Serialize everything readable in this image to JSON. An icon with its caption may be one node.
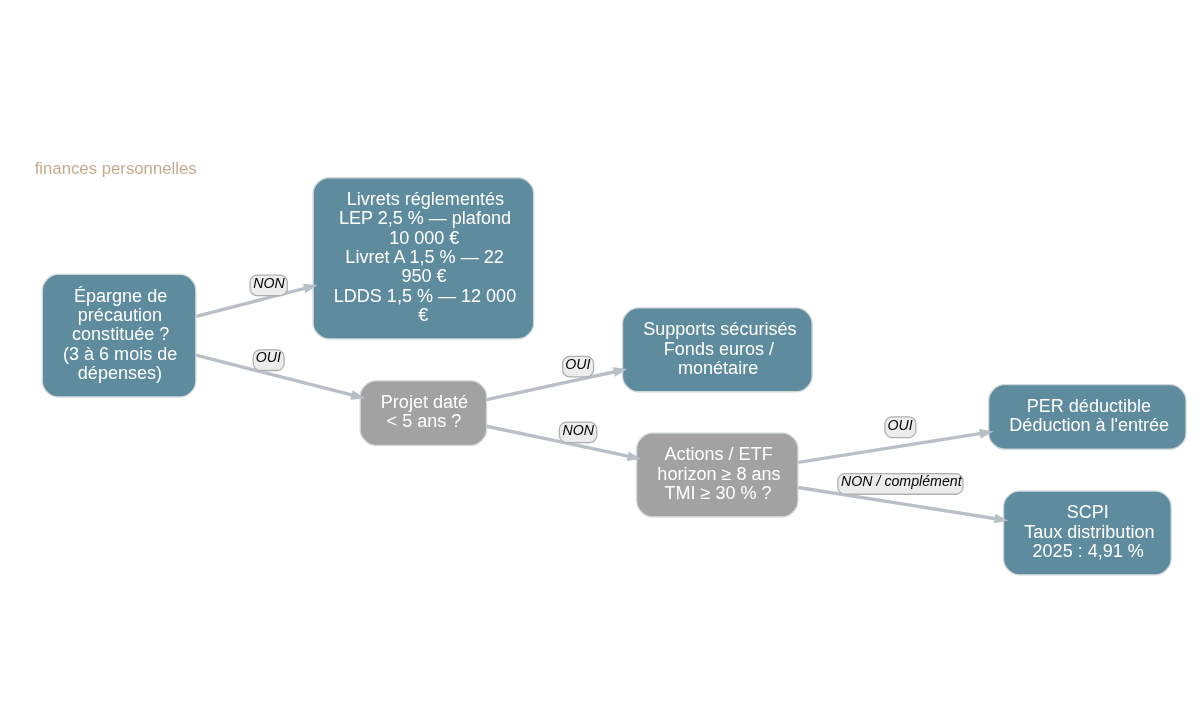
{
  "diagram": {
    "nodes": [
      {
        "text": [
          "Épargne de précaution constituée ?",
          "(3 à 6 mois de dépenses)"
        ]
      },
      {
        "text": [
          "Livrets réglementés",
          "LEP 2,5 % — plafond 10 000 €",
          "Livret A 1,5 % — 22 950 €",
          "LDDS 1,5 % — 12 000 €"
        ]
      },
      {
        "text": [
          "Projet daté",
          "< 5 ans ?"
        ]
      },
      {
        "text": [
          "Supports sécurisés",
          "Fonds euros / monétaire"
        ]
      },
      {
        "text": [
          "Actions / ETF",
          "horizon ≥ 8 ans",
          "TMI ≥ 30 % ?"
        ]
      },
      {
        "text": [
          "PER déductible",
          "Déduction à l'entrée"
        ]
      },
      {
        "text": [
          "SCPI",
          "Taux distribution 2025 : 4,91 %"
        ]
      }
    ],
    "edges": [
      {
        "from": 0,
        "to": 1,
        "arrow": "to",
        "label": "NON"
      },
      {
        "from": 0,
        "to": 2,
        "arrow": "to",
        "label": "OUI"
      },
      {
        "from": 2,
        "to": 3,
        "arrow": "to",
        "label": "OUI"
      },
      {
        "from": 2,
        "to": 4,
        "arrow": "to",
        "label": "NON"
      },
      {
        "from": 4,
        "to": 5,
        "arrow": "to",
        "label": "OUI"
      },
      {
        "from": 4,
        "to": 6,
        "arrow": "to",
        "label": "NON / complément"
      }
    ],
    "labels": [
      "finances personnelles"
    ]
  }
}
